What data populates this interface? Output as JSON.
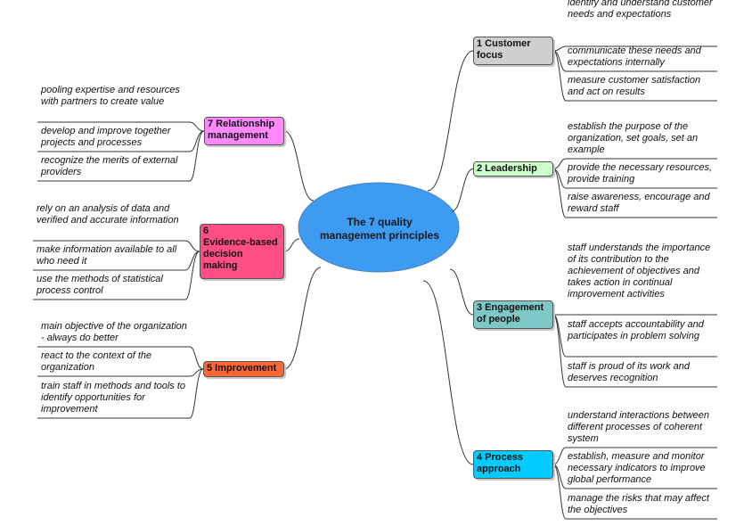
{
  "center": {
    "title": "The 7 quality\nmanagement principles",
    "color": "#3d9bf2"
  },
  "branches": [
    {
      "label": "1 Customer\nfocus",
      "color": "#cfcfcf",
      "items": [
        "identify and understand customer needs and expectations",
        "communicate these needs and expectations internally",
        "measure customer satisfaction and act on results"
      ]
    },
    {
      "label": "2 Leadership",
      "color": "#ccffcc",
      "items": [
        "establish the purpose of the organization, set goals, set an example",
        "provide the necessary resources, provide training",
        "raise awareness, encourage and reward staff"
      ]
    },
    {
      "label": "3 Engagement\nof people",
      "color": "#7ec8c8",
      "items": [
        "staff understands the importance of its contribution to the achievement of objectives and takes action in continual improvement activities",
        "staff accepts accountability and participates in problem solving",
        "staff is proud of its work and deserves recognition"
      ]
    },
    {
      "label": "4 Process\napproach",
      "color": "#00ccff",
      "items": [
        "understand interactions between different processes of coherent system",
        "establish, measure and monitor necessary indicators to improve global performance",
        "manage the risks that may affect the objectives"
      ]
    },
    {
      "label": "5 Improvement",
      "color": "#ff6633",
      "items": [
        "main objective of the organization - always do better",
        "react to the context of the organization",
        "train staff in methods and tools to identify opportunities for improvement"
      ]
    },
    {
      "label": "6\nEvidence-based\n decision\nmaking",
      "color": "#ff4f86",
      "items": [
        "rely on an analysis of data and verified and accurate information",
        "make information available to all who need it",
        "use the methods of statistical process control"
      ]
    },
    {
      "label": "7 Relationship\nmanagement",
      "color": "#ff88ff",
      "items": [
        "pooling expertise and resources with partners to create value",
        "develop and improve together projects and processes",
        "recognize the merits of external providers"
      ]
    }
  ]
}
